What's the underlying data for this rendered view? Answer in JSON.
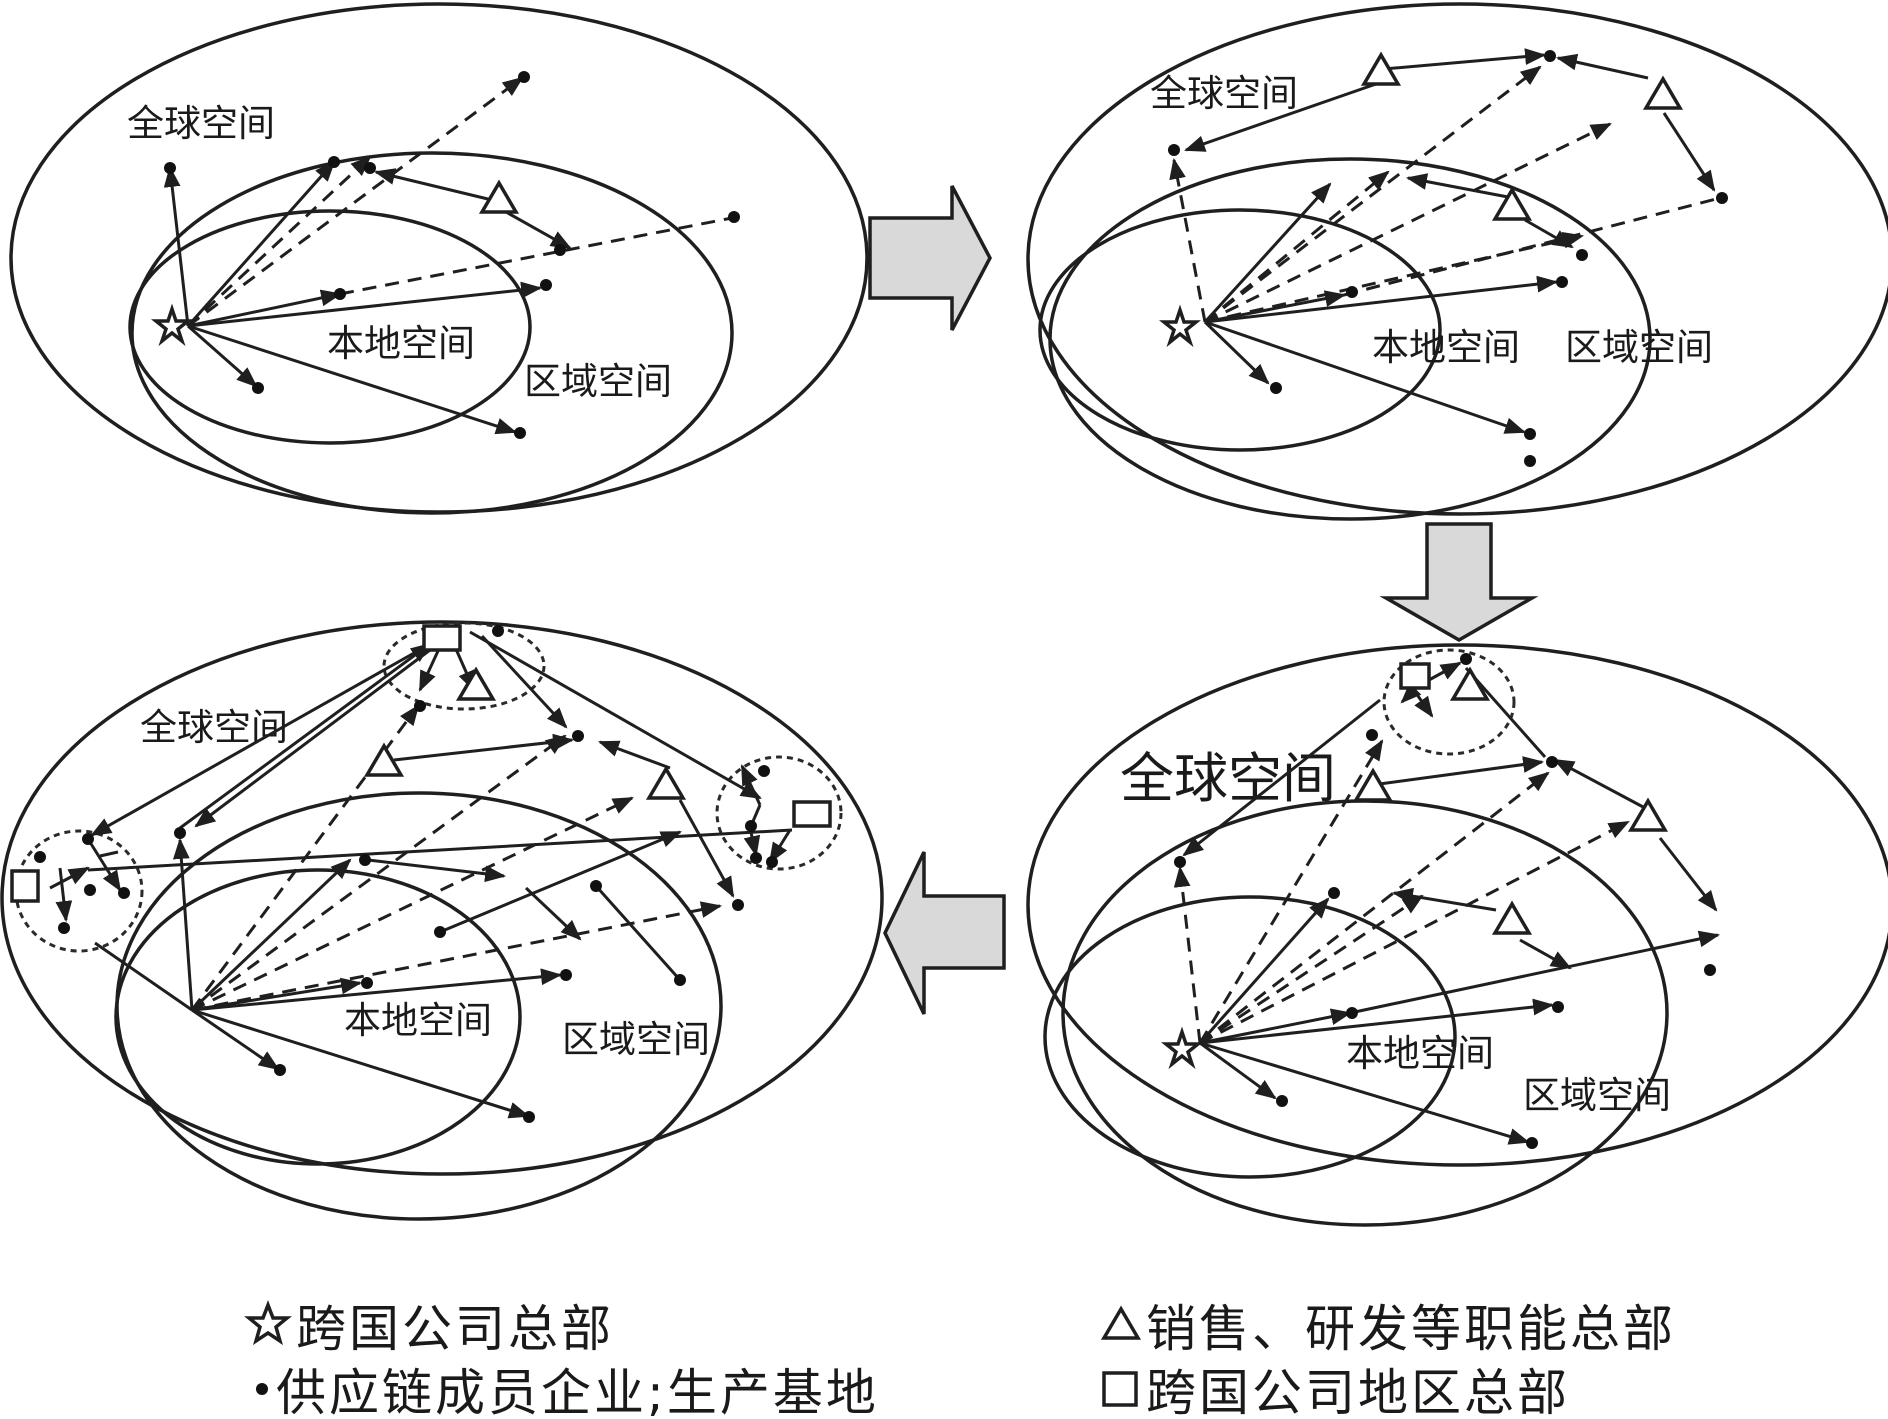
{
  "panels": {
    "p1": {
      "global": "全球空间",
      "local": "本地空间",
      "regional": "区域空间"
    },
    "p2": {
      "global": "全球空间",
      "local": "本地空间",
      "regional": "区域空间"
    },
    "p3": {
      "global": "全球空间",
      "local": "本地空间",
      "regional": "区域空间"
    },
    "p4": {
      "global": "全球空间",
      "local": "本地空间",
      "regional": "区域空间"
    }
  },
  "legend": {
    "hq": "跨国公司总部",
    "supply": "供应链成员企业;生产基地",
    "functional": "销售、研发等职能总部",
    "regional_hq": "跨国公司地区总部"
  },
  "colors": {
    "ink": "#1f1f1f",
    "arrow_fill": "#d9d9d9",
    "background": "#ffffff"
  },
  "icons": [
    "star-icon",
    "dot-icon",
    "triangle-icon",
    "square-icon"
  ]
}
